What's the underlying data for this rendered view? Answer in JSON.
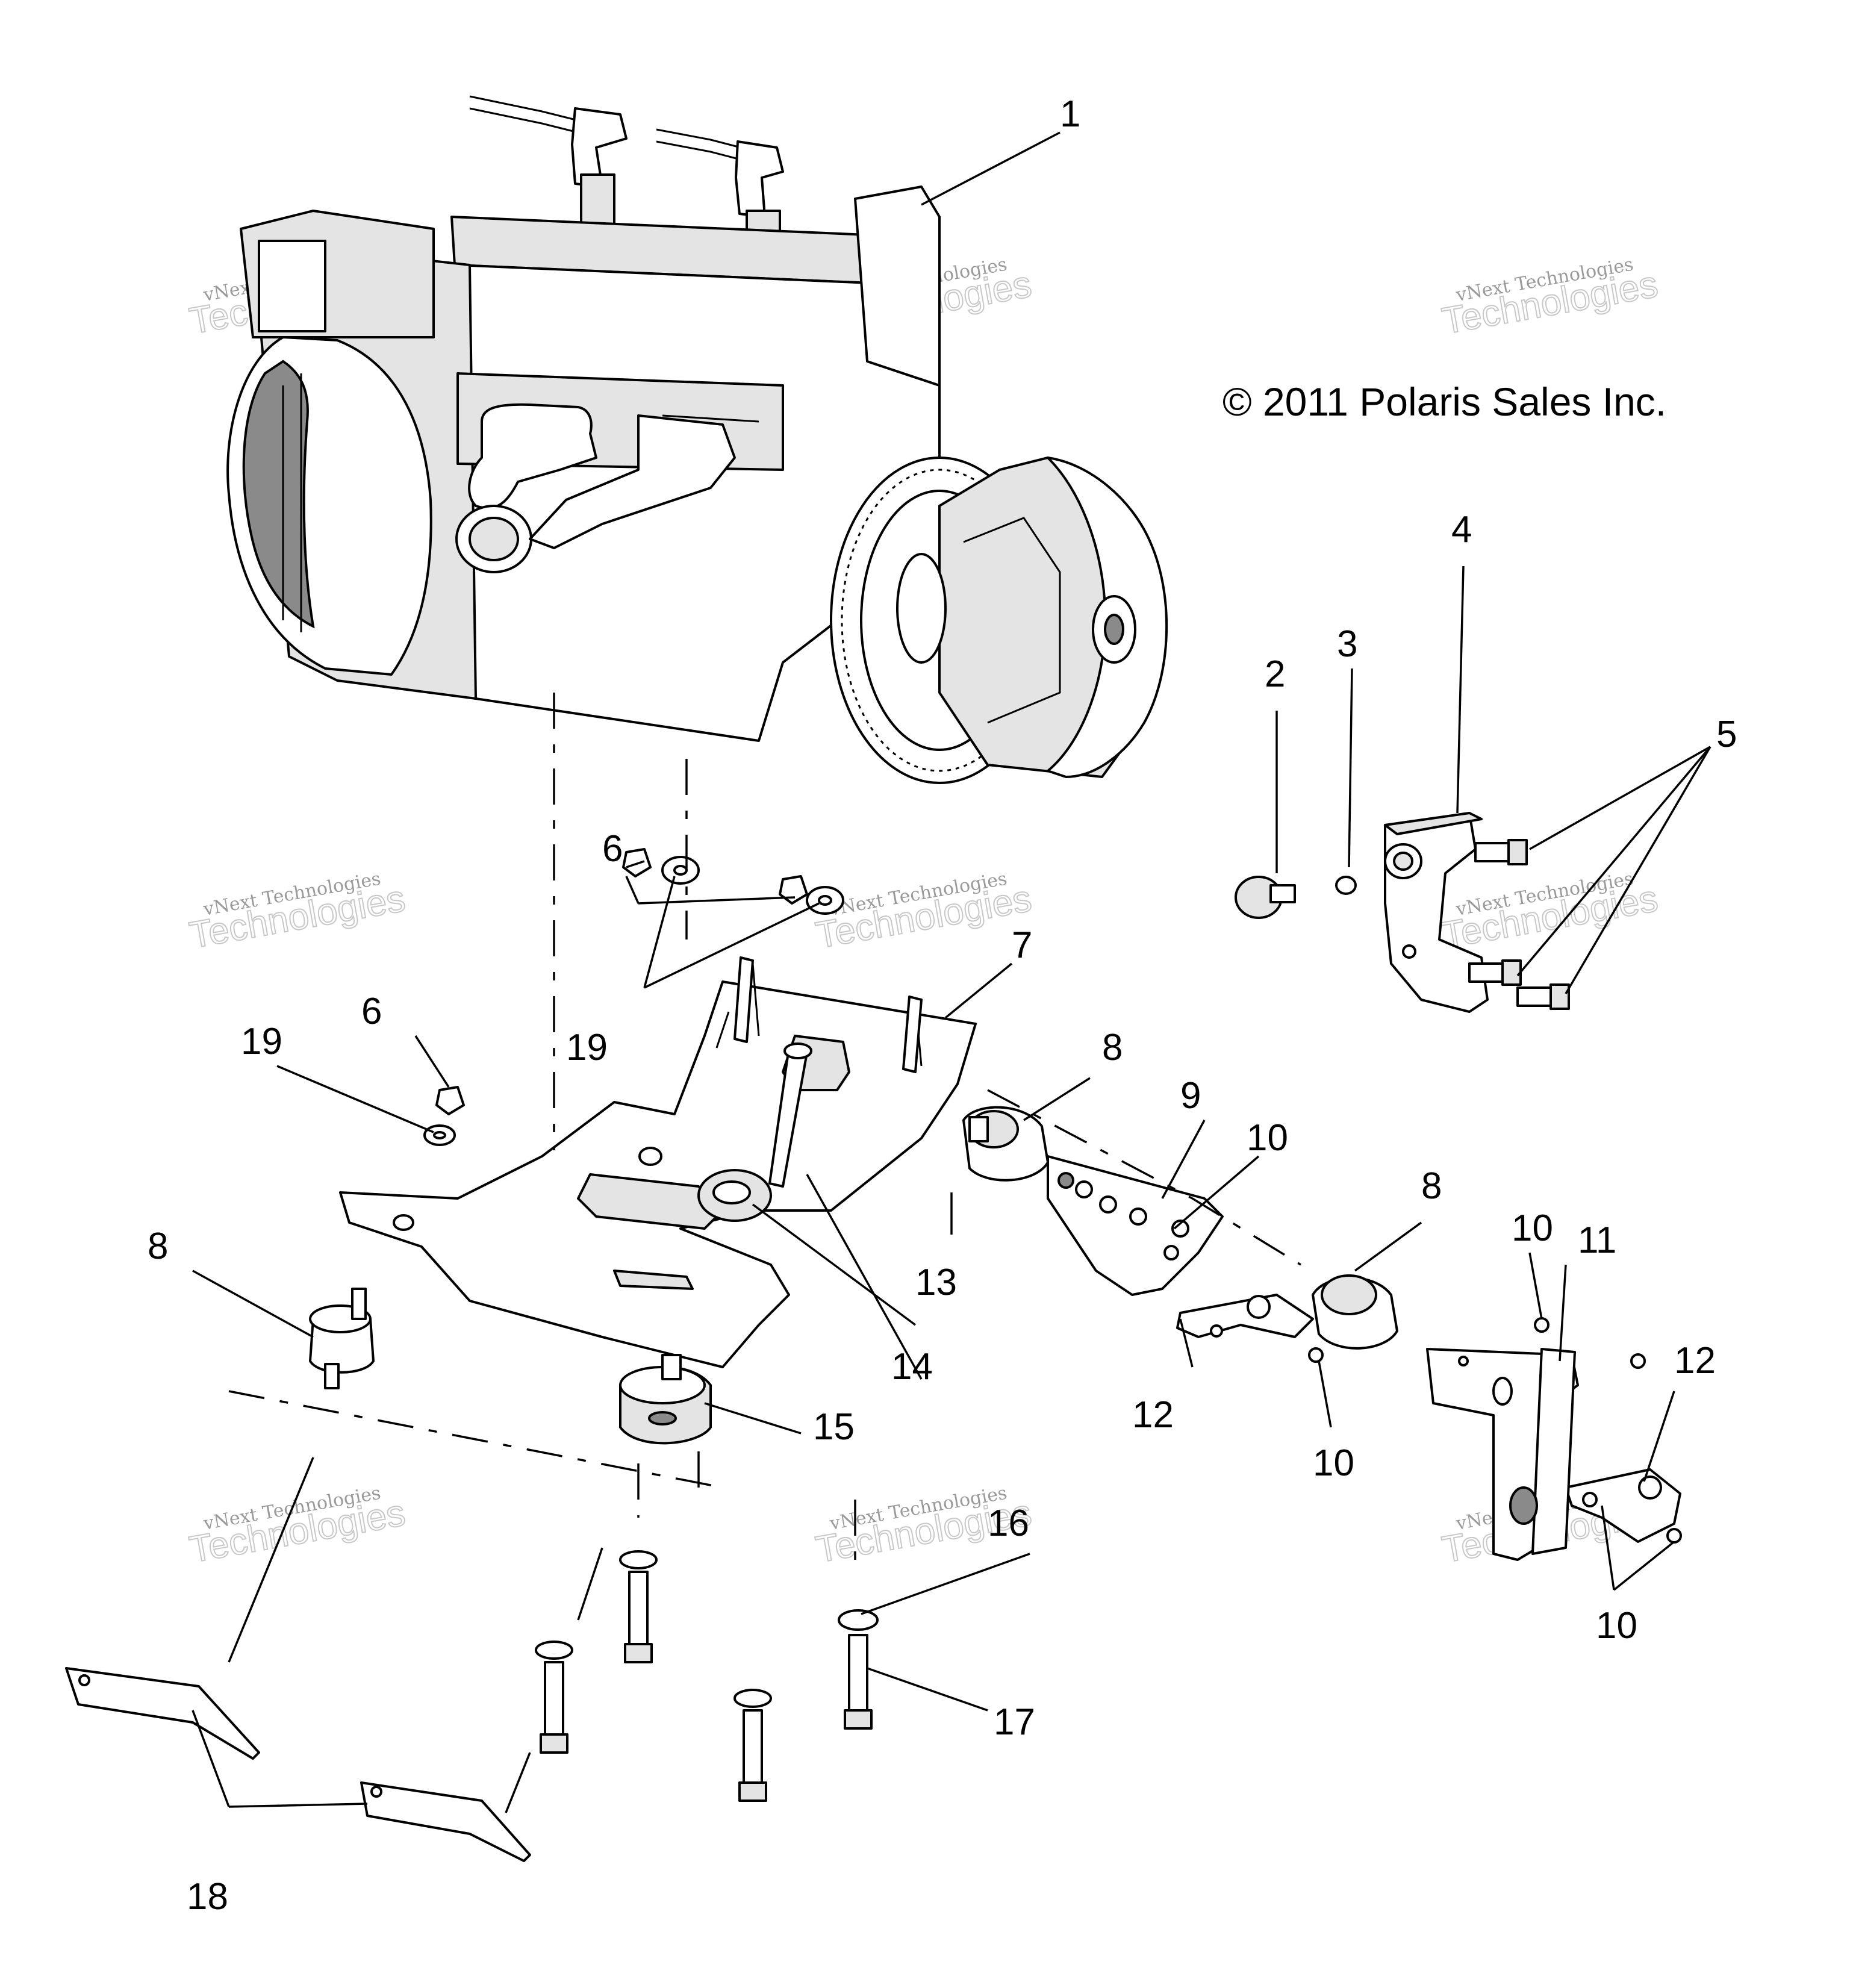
{
  "copyright": "© 2011 Polaris Sales Inc.",
  "watermark": {
    "line1": "vNext Technologies",
    "line2": "Technologies"
  },
  "callouts": [
    {
      "id": "c1",
      "label": "1"
    },
    {
      "id": "c2",
      "label": "2"
    },
    {
      "id": "c3",
      "label": "3"
    },
    {
      "id": "c4",
      "label": "4"
    },
    {
      "id": "c5",
      "label": "5"
    },
    {
      "id": "c6a",
      "label": "6"
    },
    {
      "id": "c6b",
      "label": "6"
    },
    {
      "id": "c7",
      "label": "7"
    },
    {
      "id": "c8a",
      "label": "8"
    },
    {
      "id": "c8b",
      "label": "8"
    },
    {
      "id": "c8c",
      "label": "8"
    },
    {
      "id": "c9",
      "label": "9"
    },
    {
      "id": "c10a",
      "label": "10"
    },
    {
      "id": "c10b",
      "label": "10"
    },
    {
      "id": "c10c",
      "label": "10"
    },
    {
      "id": "c10d",
      "label": "10"
    },
    {
      "id": "c11",
      "label": "11"
    },
    {
      "id": "c12a",
      "label": "12"
    },
    {
      "id": "c12b",
      "label": "12"
    },
    {
      "id": "c13",
      "label": "13"
    },
    {
      "id": "c14",
      "label": "14"
    },
    {
      "id": "c15",
      "label": "15"
    },
    {
      "id": "c16",
      "label": "16"
    },
    {
      "id": "c17",
      "label": "17"
    },
    {
      "id": "c18",
      "label": "18"
    },
    {
      "id": "c19a",
      "label": "19"
    },
    {
      "id": "c19b",
      "label": "19"
    }
  ]
}
